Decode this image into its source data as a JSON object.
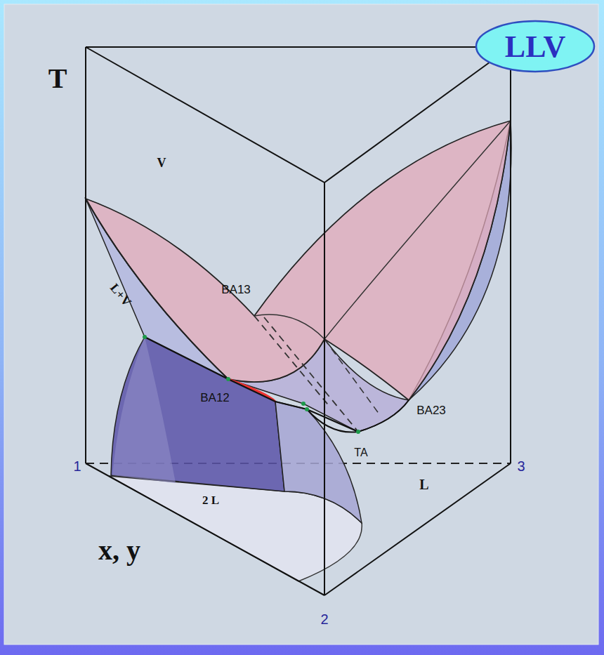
{
  "diagram": {
    "nodes": [
      {
        "text": [
          "LLV"
        ]
      }
    ],
    "edges": [],
    "labels": [
      "T",
      "V",
      "BA13",
      "L+V",
      "BA12",
      "BA23",
      "TA",
      "1",
      "2",
      "3",
      "L",
      "2 L",
      "x, y"
    ]
  }
}
